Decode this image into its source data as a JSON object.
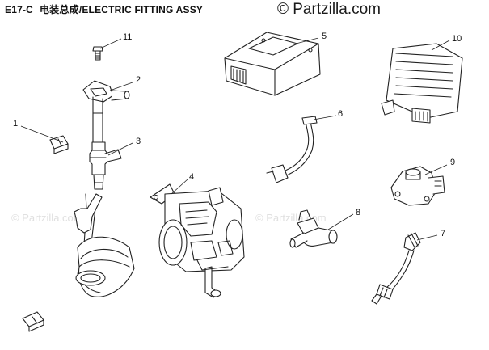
{
  "diagram": {
    "section_code": "E17-C",
    "section_title": "电装总成/ELECTRIC FITTING ASSY",
    "watermark": "© Partzilla.com",
    "watermark_faint_left": "© Partzilla.com",
    "watermark_faint_center": "© Partzilla.com",
    "callouts": {
      "c1": "1",
      "c2": "2",
      "c3": "3",
      "c4": "4",
      "c5": "5",
      "c6": "6",
      "c7": "7",
      "c8": "8",
      "c9": "9",
      "c10": "10",
      "c11": "11"
    }
  }
}
